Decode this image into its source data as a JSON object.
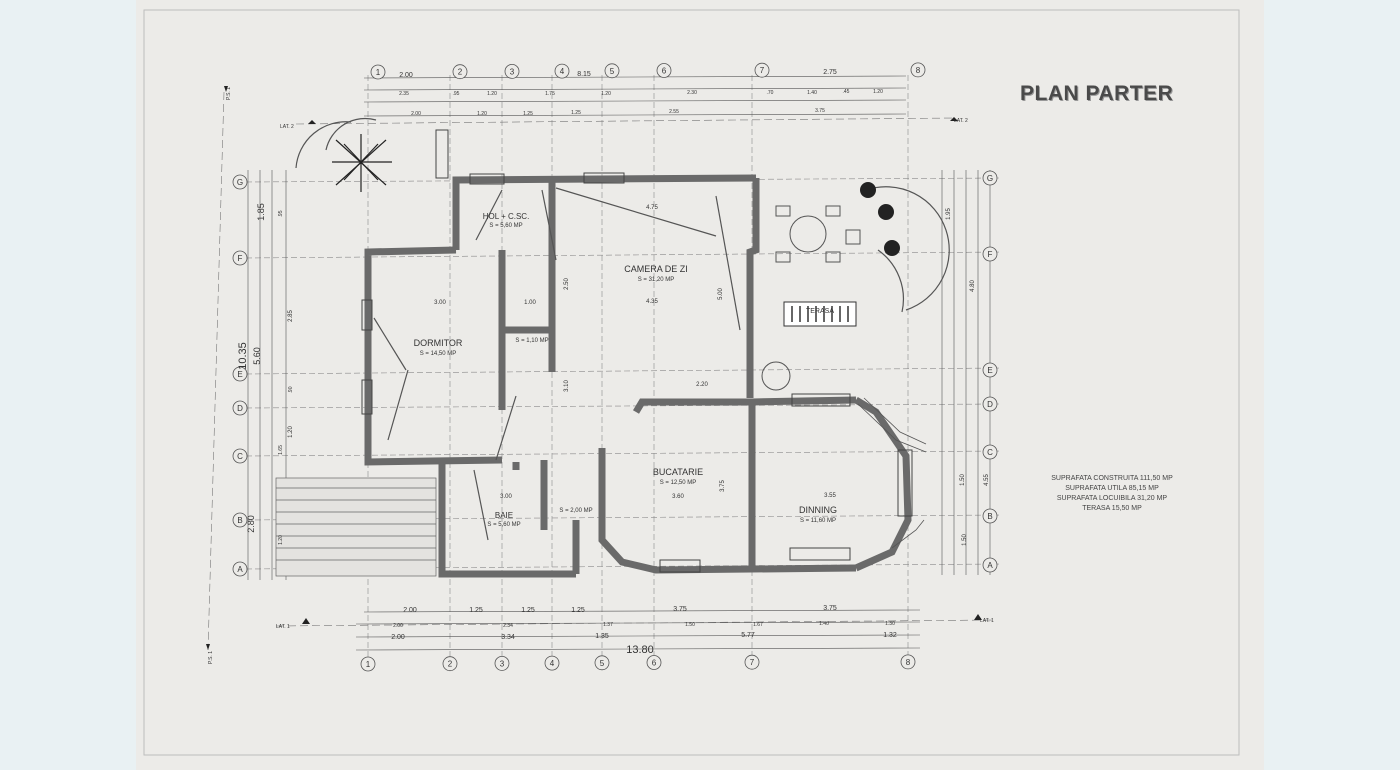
{
  "title": "PLAN PARTER",
  "summary": [
    "SUPRAFATA CONSTRUITA  111,50 MP",
    "SUPRAFATA  UTILA  85,15 MP",
    "SUPRAFATA LOCUIBILA 31,20 MP",
    "TERASA  15,50 MP"
  ],
  "rooms": {
    "dormitor": {
      "name": "DORMITOR",
      "area": "S = 14,50 MP"
    },
    "camera_de_zi": {
      "name": "CAMERA DE ZI",
      "area": "S = 31,20 MP"
    },
    "bucatarie": {
      "name": "BUCATARIE",
      "area": "S = 12,50 MP"
    },
    "dinning": {
      "name": "DINNING",
      "area": "S = 11,60 MP"
    },
    "baie": {
      "name": "BAIE",
      "area": "S = 5,60 MP"
    },
    "hol_cs": {
      "name": "HOL + C.SC.",
      "area": "S = 5,60 MP"
    },
    "small_1": {
      "area": "S = 1,10 MP"
    },
    "small_2": {
      "area": "S = 2,00 MP"
    },
    "terasa": {
      "name": "TERASA"
    }
  },
  "axes": {
    "numbers": [
      "1",
      "2",
      "3",
      "4",
      "5",
      "6",
      "7",
      "8"
    ],
    "letters": [
      "G",
      "F",
      "E",
      "D",
      "C",
      "B",
      "A"
    ]
  },
  "dimensions": {
    "top_row1": [
      "2.00",
      "8.15",
      "2.75"
    ],
    "top_row2": [
      "2.35",
      ".95",
      "1.20",
      "1.75",
      "1.20",
      "2.30",
      ".70",
      "1.40",
      ".45",
      "1.20"
    ],
    "top_row3": [
      "2.00",
      "1.20",
      "1.25",
      "1.25",
      "2.55",
      "3.75"
    ],
    "bottom_row1": [
      "2.00",
      "1.25",
      "1.25",
      "1.25",
      "3.75",
      "3.75"
    ],
    "bottom_row2": [
      "2.00",
      "2.34",
      "1.37",
      "1.50",
      "1.67",
      "1.40",
      "1.30"
    ],
    "bottom_row3": [
      "2.00",
      "3.34",
      "1.35",
      "5.77",
      "1.32"
    ],
    "total": "13.80",
    "left_outer": [
      "1.85",
      "10.35",
      "5.60",
      "2.80"
    ],
    "left_inner": [
      ".95",
      "2.85",
      ".90",
      "1.20",
      "1.65",
      "1.20"
    ],
    "right": [
      "1.95",
      "4.80",
      "1.50",
      "4.55",
      "1.50"
    ]
  },
  "interior_dims": [
    "4.75",
    "4.35",
    "3.00",
    "1.00",
    "3.00",
    "3.60",
    "3.55",
    "2.20",
    "3.75",
    "5.00",
    "2.50",
    "3.10"
  ],
  "section_marks": [
    "LAT. 1",
    "LAT. 1",
    "LAT. 2",
    "LAT. 2",
    "P.S. 1",
    "P.S. 1"
  ]
}
